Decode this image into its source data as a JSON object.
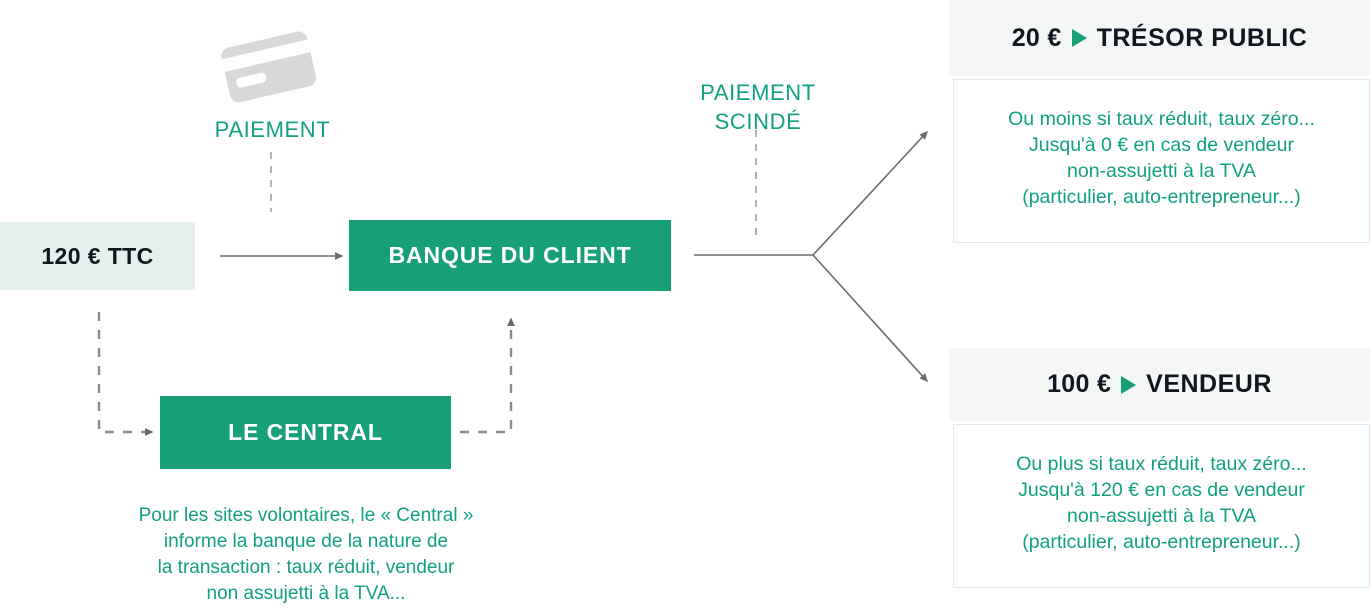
{
  "diagram": {
    "title_alt": "Schema du paiement scinde de la TVA",
    "colors": {
      "green": "#17a078",
      "green_text": "#12a083",
      "pale_green_bg": "#e5efec",
      "card_head_bg": "#f5f6f6",
      "card_border": "#dfeaef",
      "dark_text": "#10181f",
      "wire": "#6b6b6b",
      "icon_gray": "#d7d8d8"
    },
    "nodes": {
      "amount_ttc": {
        "label": "120 € TTC"
      },
      "bank": {
        "label": "BANQUE DU CLIENT"
      },
      "central": {
        "label": "LE CENTRAL"
      }
    },
    "labels": {
      "paiement": "PAIEMENT",
      "paiement_scinde": "PAIEMENT\nSCINDÉ",
      "central_note": "Pour les sites volontaires, le « Central »\ninforme la banque  de la nature de\nla transaction : taux réduit, vendeur\nnon assujetti à la TVA..."
    },
    "icons": {
      "payment_card": "credit-card-icon",
      "split_marker": "triangle-right-icon"
    },
    "outcomes": [
      {
        "amount": "20 €",
        "marker": "▶",
        "name": "TRÉSOR PUBLIC",
        "body": "Ou moins si taux réduit, taux zéro...\nJusqu'à 0 € en cas de vendeur\nnon-assujetti à la TVA\n(particulier, auto-entrepreneur...)"
      },
      {
        "amount": "100 €",
        "marker": "▶",
        "name": "VENDEUR",
        "body": "Ou plus si taux réduit, taux zéro...\nJusqu'à 120 € en cas de vendeur\nnon-assujetti à la TVA\n(particulier, auto-entrepreneur...)"
      }
    ]
  }
}
